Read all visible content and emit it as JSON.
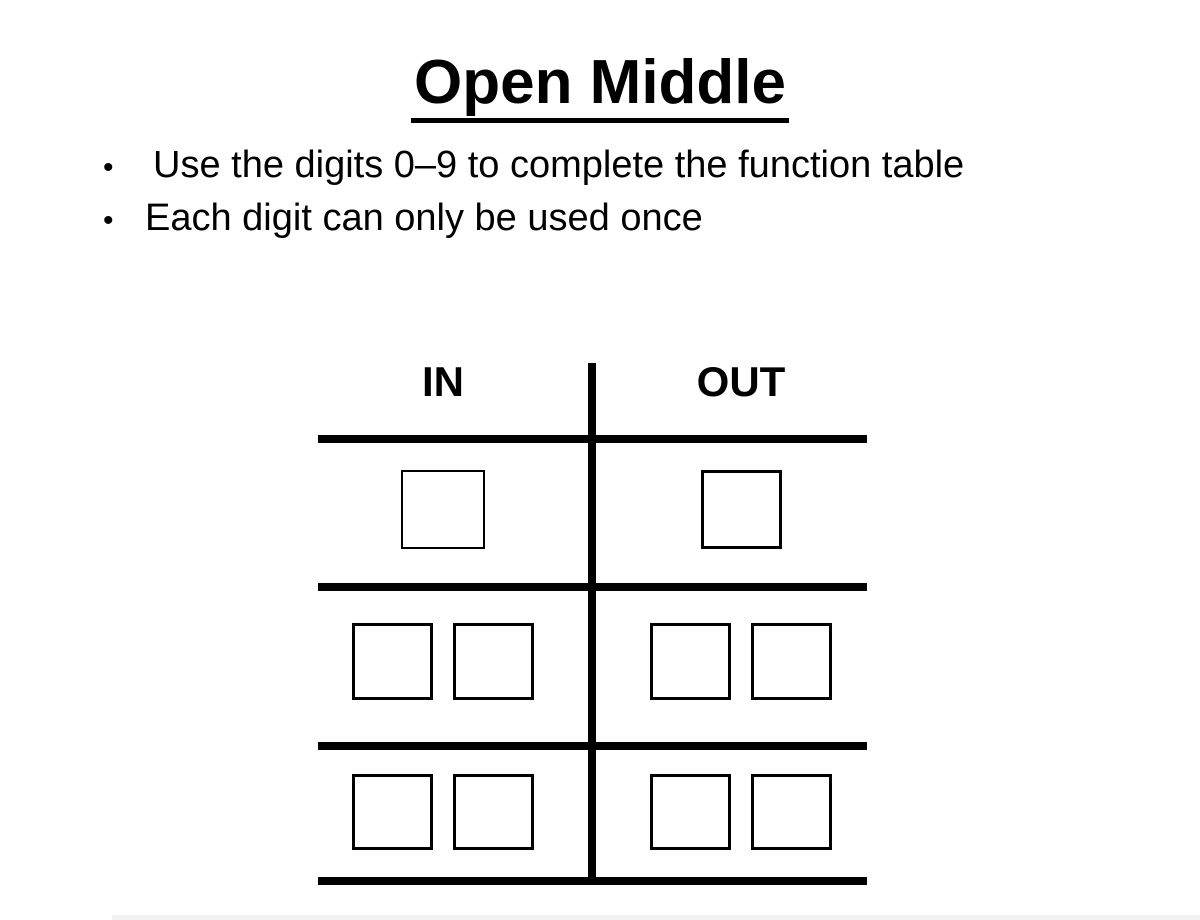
{
  "title": "Open Middle",
  "instructions": {
    "bullet": "•",
    "items": [
      {
        "label": "Use the digits 0–9 to complete the function table"
      },
      {
        "label": "Each digit can only be used once"
      }
    ]
  },
  "table": {
    "headers": {
      "in": "IN",
      "out": "OUT"
    },
    "rows": [
      {
        "in_boxes": 1,
        "out_boxes": 1
      },
      {
        "in_boxes": 2,
        "out_boxes": 2
      },
      {
        "in_boxes": 2,
        "out_boxes": 2
      }
    ]
  },
  "colors": {
    "line": "#000000",
    "background": "#ffffff",
    "box_border": "#000000"
  }
}
